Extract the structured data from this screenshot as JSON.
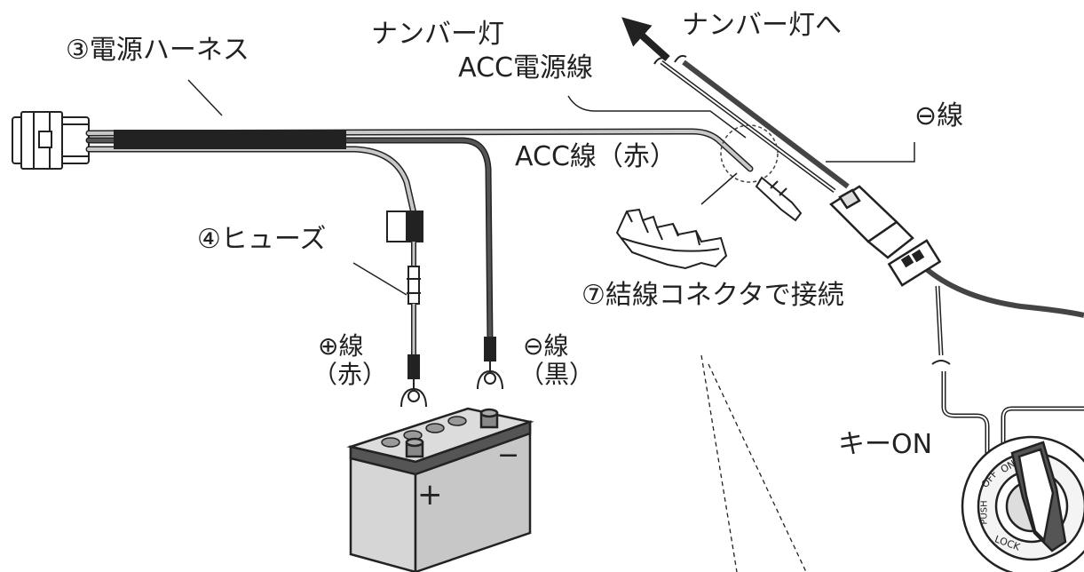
{
  "labels": {
    "harness": "③電源ハーネス",
    "license_lamp_wire_line1": "ナンバー灯",
    "license_lamp_wire_line2": "ACC電源線",
    "to_license_lamp": "ナンバー灯へ",
    "negative_wire_right": "⊖線",
    "acc_wire": "ACC線（赤）",
    "fuse": "④ヒューズ",
    "connector_join": "⑦結線コネクタで接続",
    "positive_wire": "⊕線",
    "positive_color": "（赤）",
    "negative_wire": "⊖線",
    "negative_color": "（黒）",
    "key_on": "キーON"
  },
  "key_switch": {
    "off": "OFF",
    "on": "ON",
    "push": "PUSH",
    "lock": "LOCK"
  },
  "battery": {
    "plus": "+",
    "minus": "−"
  },
  "colors": {
    "black_wire": "#222222",
    "gray_wire": "#b9b9b9",
    "dark_gray_wire": "#555555",
    "outline": "#222222"
  }
}
